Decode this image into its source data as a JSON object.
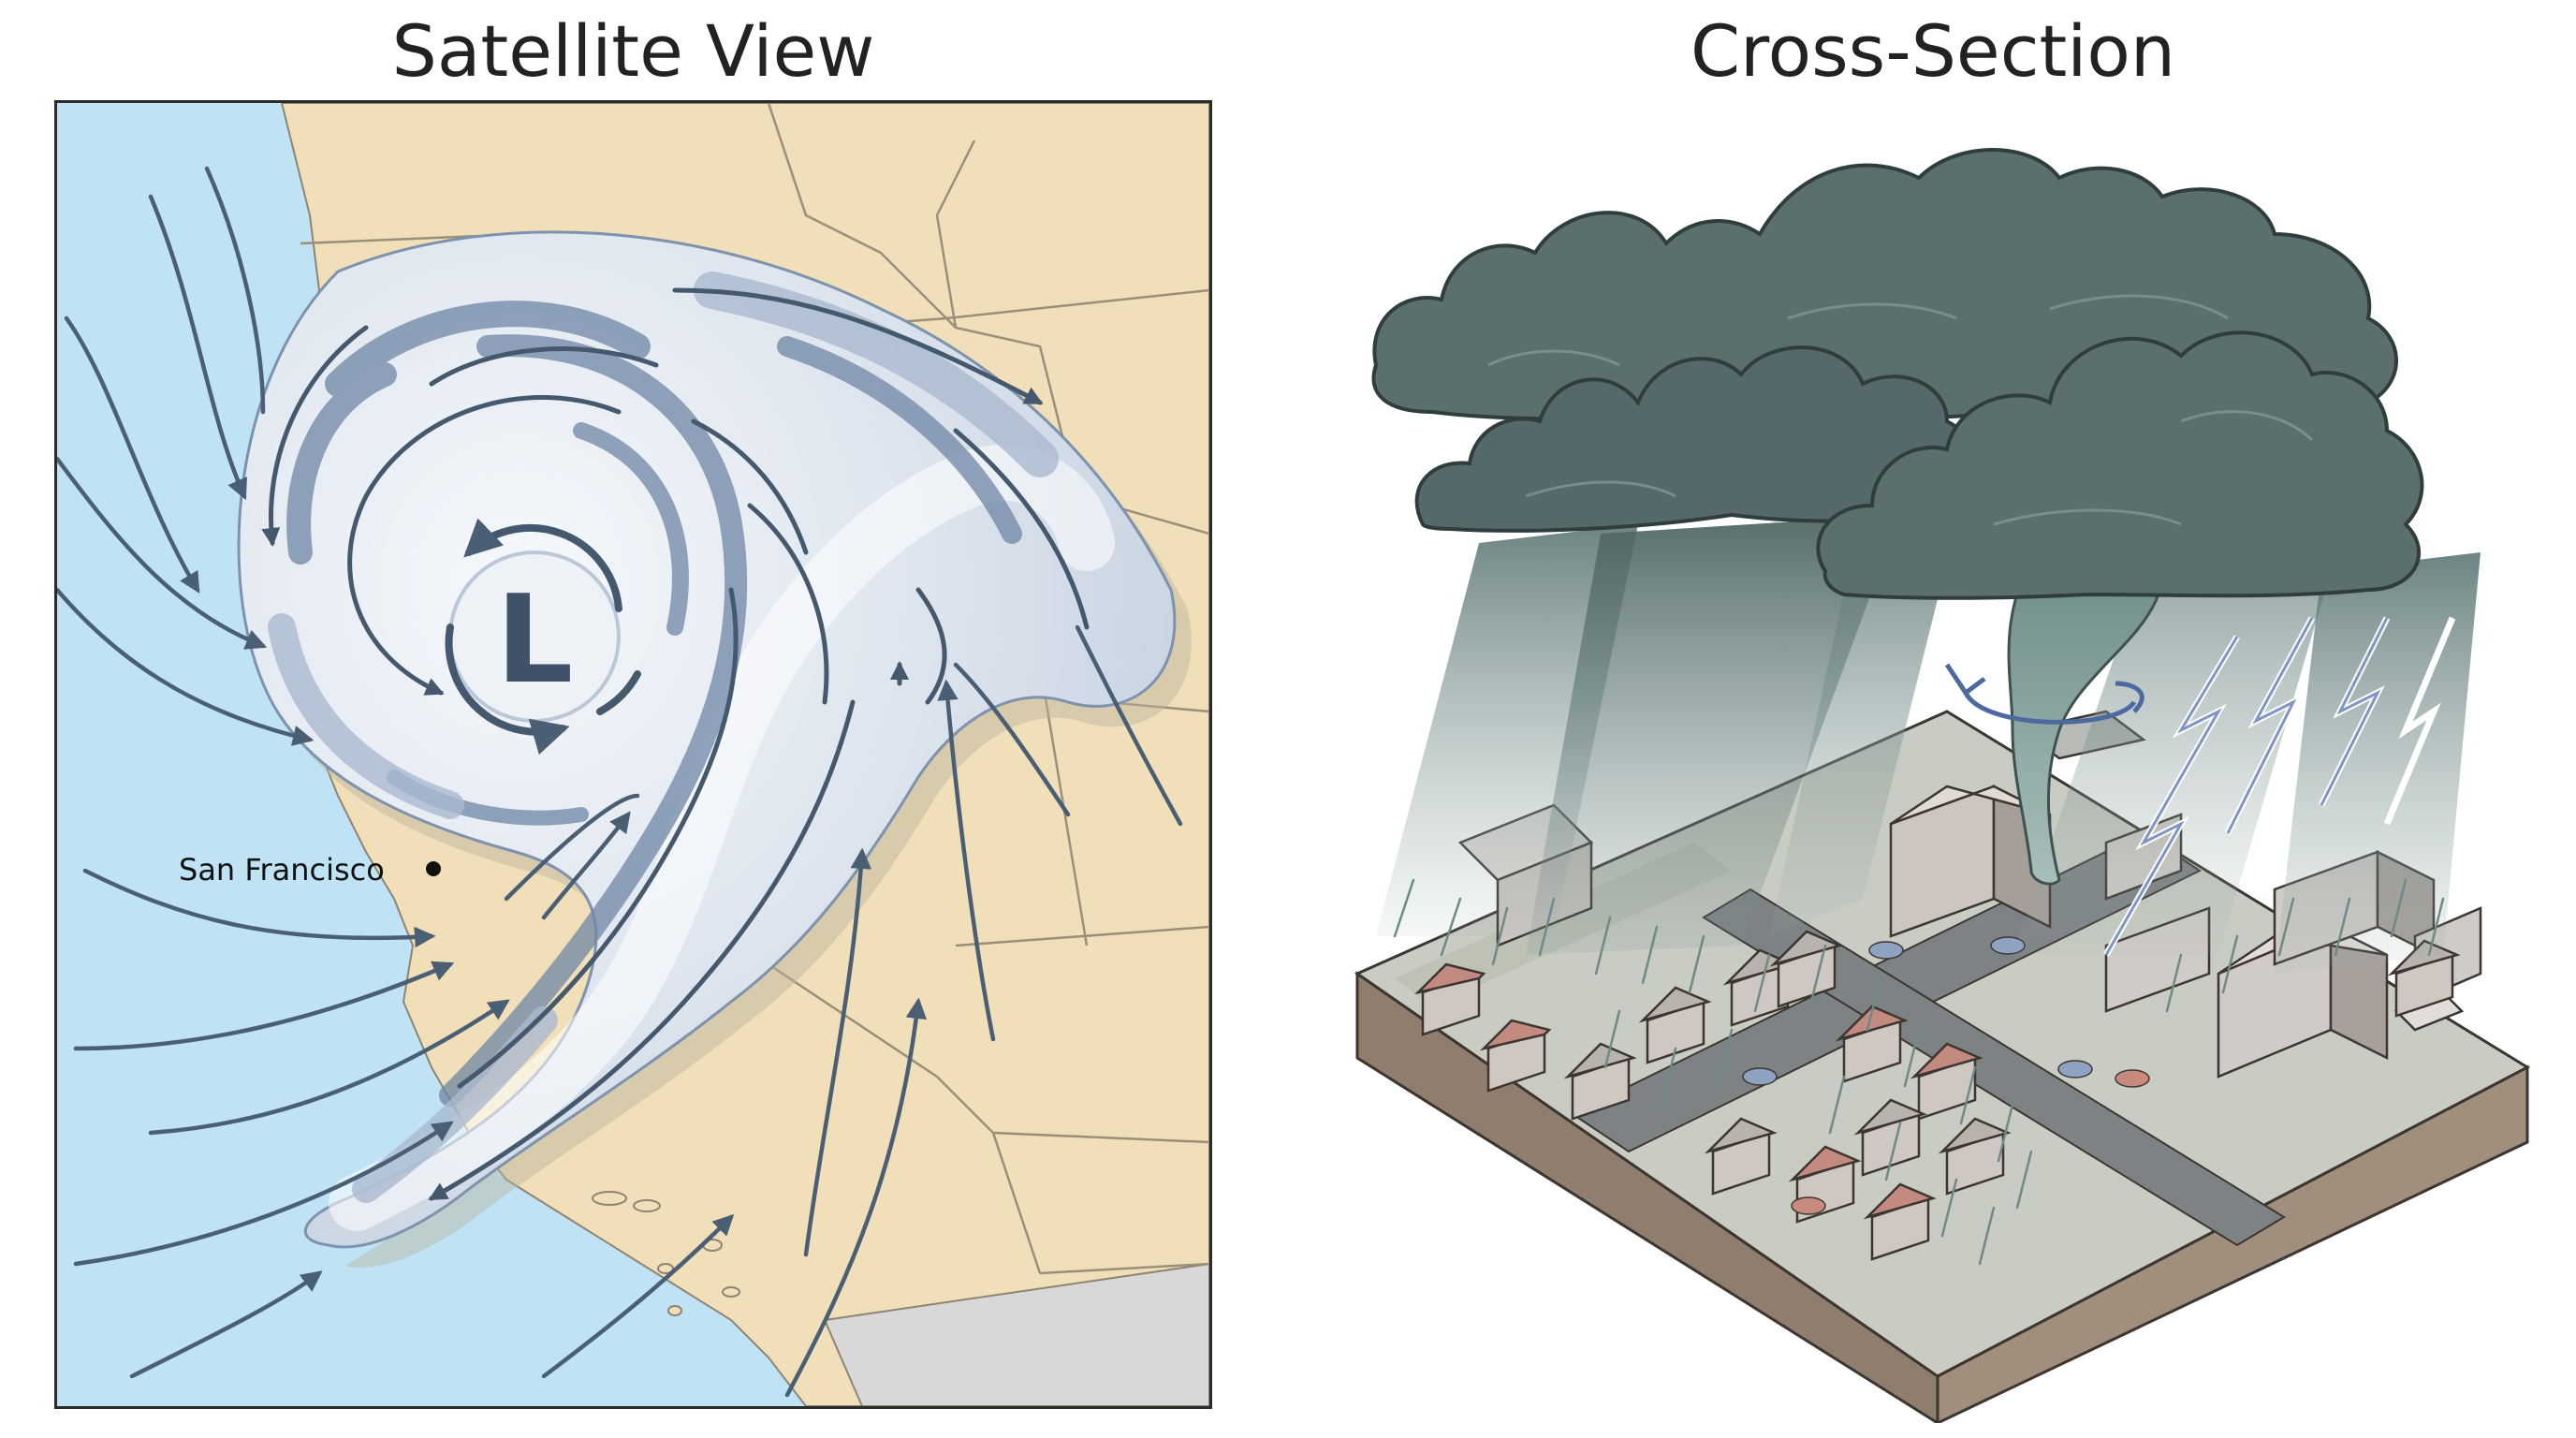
{
  "panels": {
    "left": {
      "title": "Satellite View"
    },
    "right": {
      "title": "Cross-Section"
    }
  },
  "map": {
    "center_marker": "L",
    "city_label": "San Francisco",
    "colors": {
      "ocean": "#bfe3f4",
      "land": "#f0dfb8",
      "border": "#9a8f7a",
      "arrow": "#4a5f74",
      "cloud_light": "#eef2f7",
      "cloud_mid": "#aab9cf",
      "cloud_dark": "#6f86a6"
    }
  },
  "cross_section": {
    "colors": {
      "cloud": "#586e6a",
      "cloud_dark": "#3f504e",
      "rain": "#6f8a86",
      "lightning": "#ffffff",
      "ground_side": "#8f7e6e",
      "ground_top": "#c9ccc2",
      "road": "#7d8285",
      "roof": "#c38a80",
      "house": "#c9c3bd"
    }
  }
}
